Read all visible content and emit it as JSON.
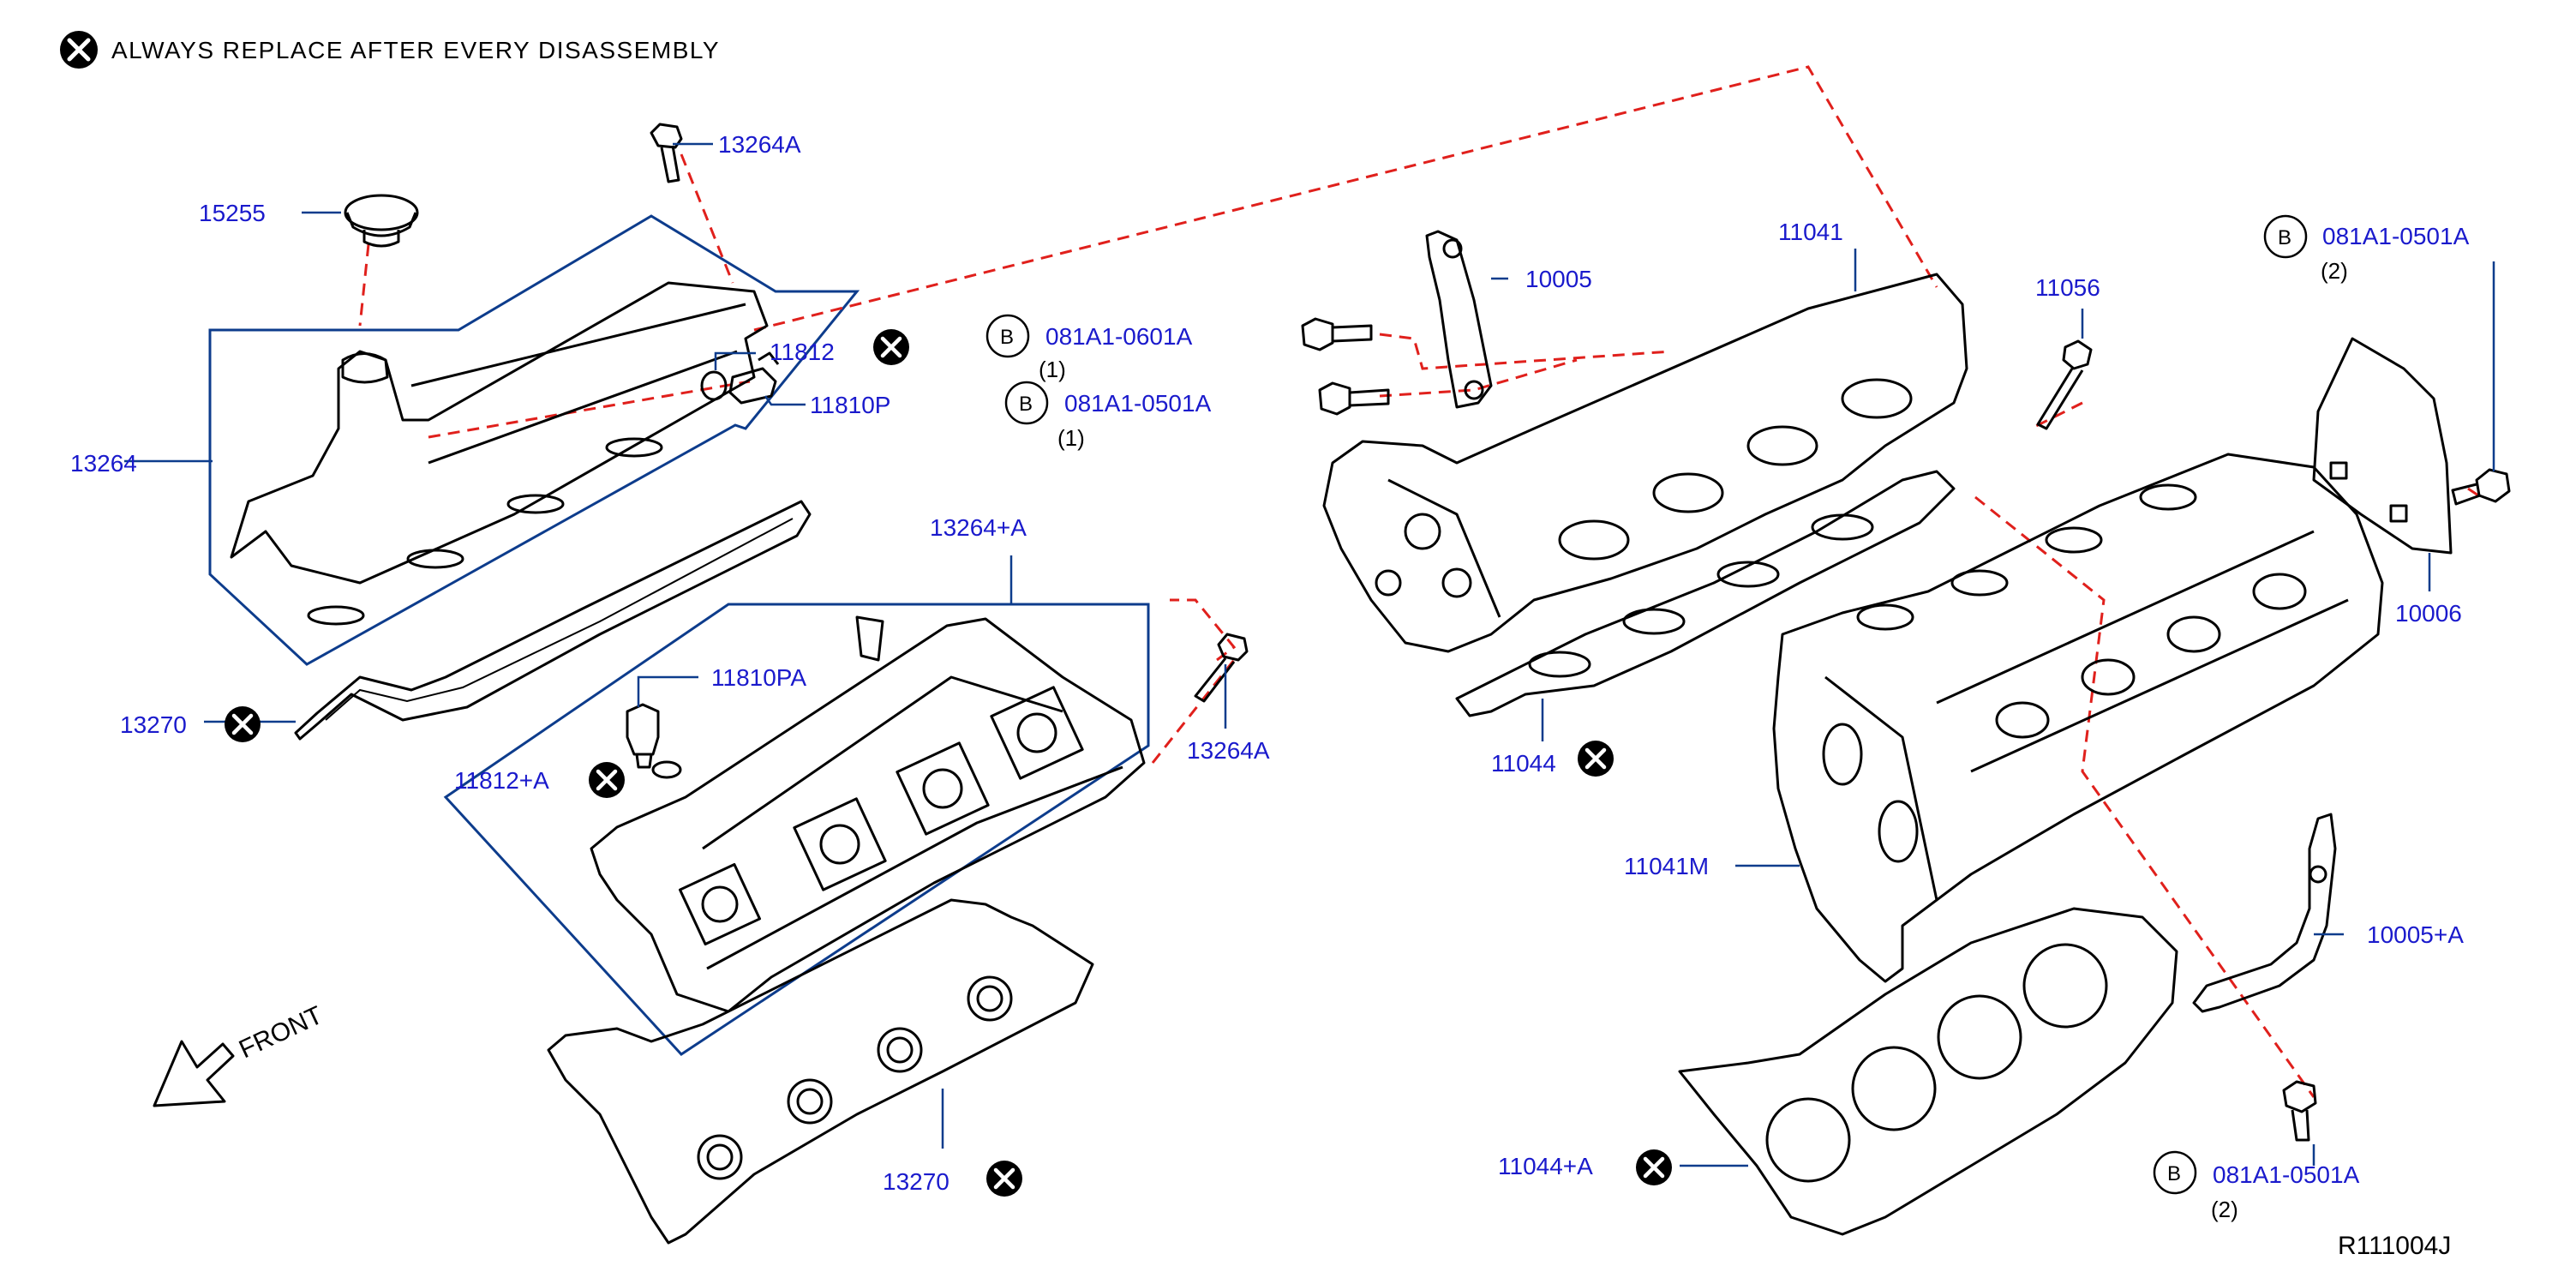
{
  "legend": {
    "text": "ALWAYS   REPLACE   AFTER   EVERY   DISASSEMBLY"
  },
  "diagram_code": "R111004J",
  "front_label": "FRONT",
  "bolt_marker": "B",
  "colors": {
    "label": "#1a1acc",
    "leader": "#0d3c8c",
    "dashed": "#e0201c",
    "outline": "#000000"
  },
  "parts": {
    "p_13264A_top": "13264A",
    "p_15255": "15255",
    "p_11812": "11812",
    "p_11810P": "11810P",
    "p_13264": "13264",
    "p_13264pA": "13264+A",
    "p_13270_left": "13270",
    "p_11810PA": "11810PA",
    "p_11812pA": "11812+A",
    "p_13264A_mid": "13264A",
    "p_13270_bottom": "13270",
    "p_081A1_0601A": "081A1-0601A",
    "p_081A1_0501A_left": "081A1-0501A",
    "p_10005": "10005",
    "p_11041": "11041",
    "p_11044": "11044",
    "p_11056": "11056",
    "p_081A1_0501A_right": "081A1-0501A",
    "p_10006": "10006",
    "p_11041M": "11041M",
    "p_10005pA": "10005+A",
    "p_11044pA": "11044+A",
    "p_081A1_0501A_bottom": "081A1-0501A"
  },
  "quantities": {
    "q_0601A": "(1)",
    "q_0501A_left": "(1)",
    "q_0501A_right": "(2)",
    "q_0501A_bottom": "(2)"
  }
}
